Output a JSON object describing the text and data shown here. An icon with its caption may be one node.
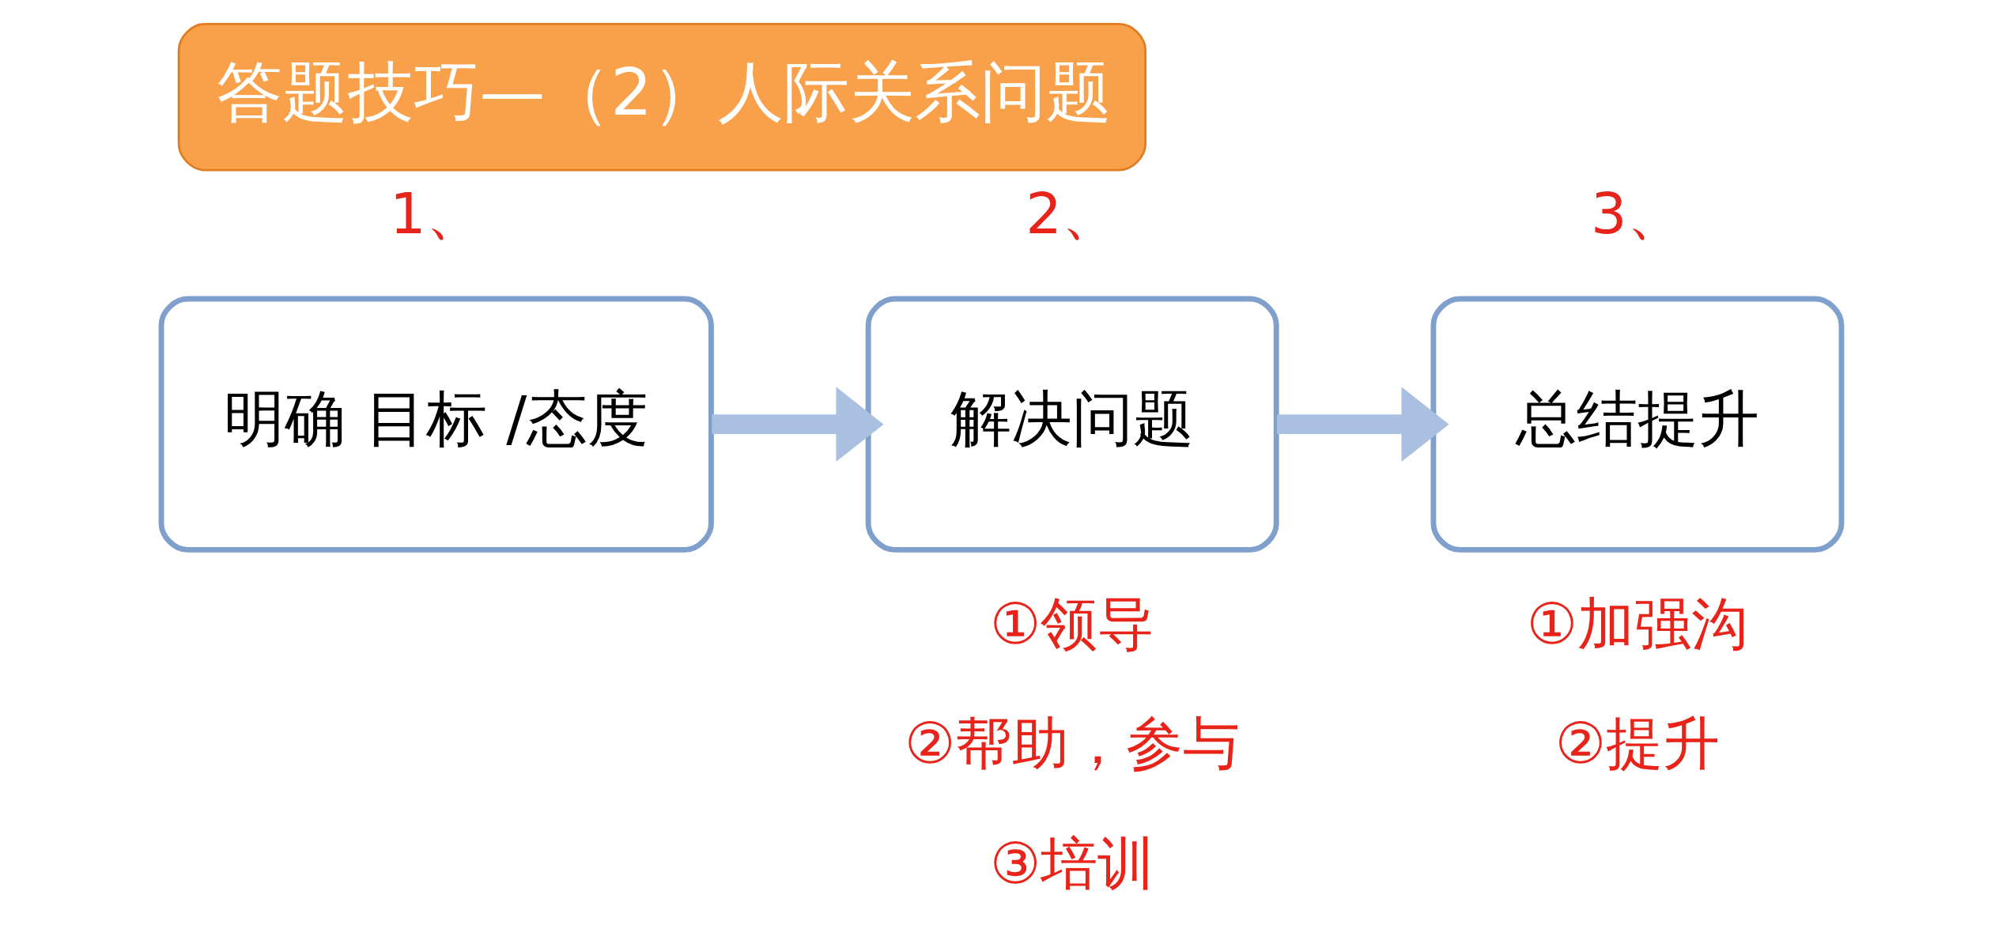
{
  "diagram": {
    "title": "答题技巧—（2）人际关系问题",
    "nodes": [
      {
        "text": [
          "明确 目标 /态度"
        ],
        "beside": [
          "1、"
        ]
      },
      {
        "text": [
          "解决问题"
        ],
        "beside": [
          "2、",
          "①领导",
          "②帮助，参与",
          "③培训"
        ]
      },
      {
        "text": [
          "总结提升"
        ],
        "beside": [
          "3、",
          "①加强沟",
          "②提升"
        ]
      }
    ],
    "edges": [
      {
        "from": 0,
        "to": 1,
        "arrow": "to"
      },
      {
        "from": 1,
        "to": 2,
        "arrow": "to"
      }
    ]
  }
}
